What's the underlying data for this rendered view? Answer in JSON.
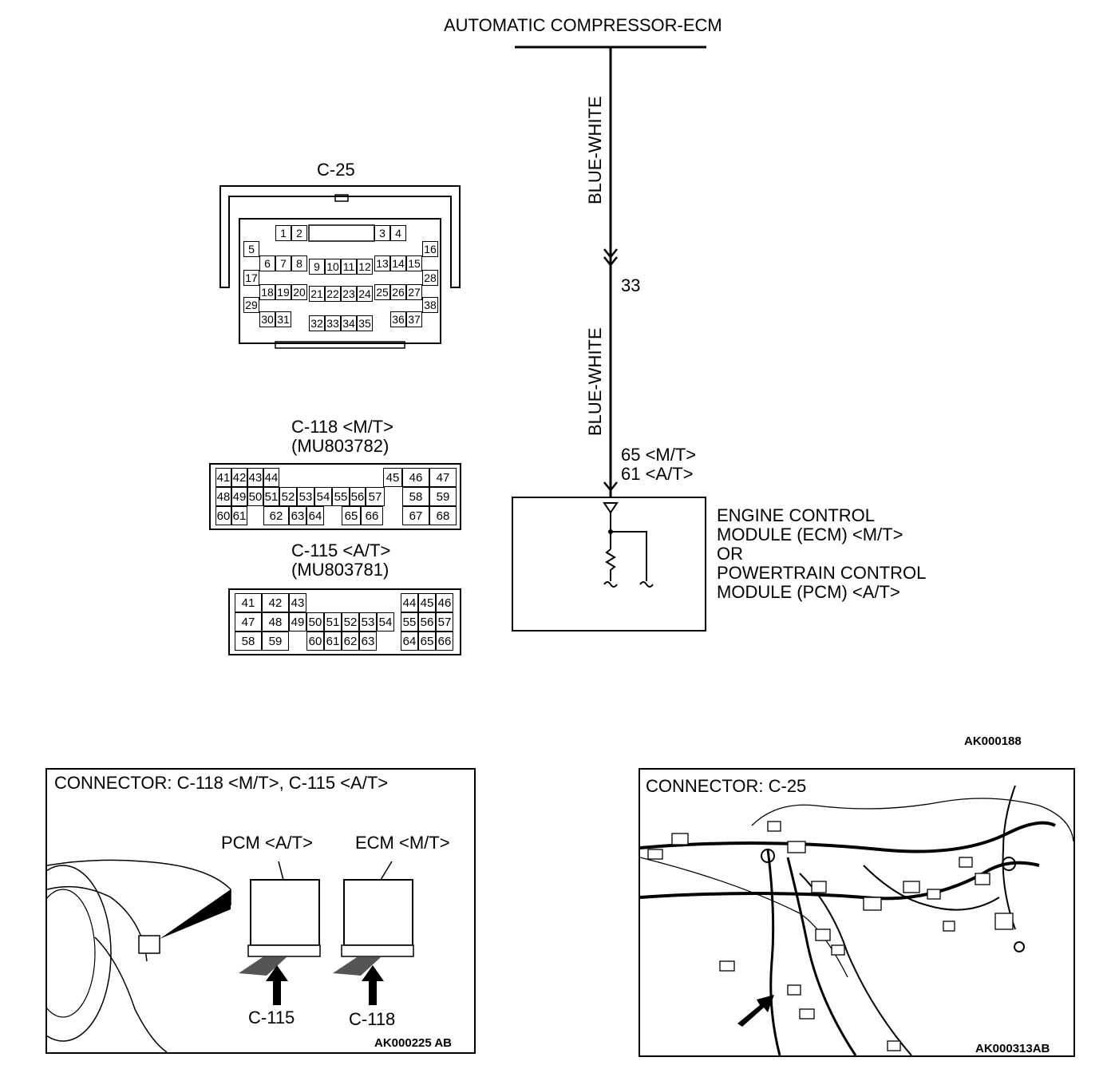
{
  "top_label": "AUTOMATIC COMPRESSOR-ECM",
  "wire_upper": "BLUE-WHITE",
  "wire_lower": "BLUE-WHITE",
  "pin_33": "33",
  "pin_mt": "65 <M/T>",
  "pin_at": "61 <A/T>",
  "ecm_lines": [
    "ENGINE CONTROL",
    "MODULE (ECM) <M/T>",
    "OR",
    "POWERTRAIN CONTROL",
    "MODULE (PCM) <A/T>"
  ],
  "c25": {
    "title": "C-25",
    "pins": [
      "1",
      "2",
      "3",
      "4",
      "5",
      "6",
      "7",
      "8",
      "9",
      "10",
      "11",
      "12",
      "13",
      "14",
      "15",
      "16",
      "17",
      "18",
      "19",
      "20",
      "21",
      "22",
      "23",
      "24",
      "25",
      "26",
      "27",
      "28",
      "29",
      "30",
      "31",
      "32",
      "33",
      "34",
      "35",
      "36",
      "37",
      "38"
    ]
  },
  "c118": {
    "title": "C-118 <M/T>",
    "part": "(MU803782)",
    "row1": [
      "41",
      "42",
      "43",
      "44",
      "",
      "",
      "",
      "",
      "45",
      "46",
      "47"
    ],
    "row2": [
      "48",
      "49",
      "50",
      "51",
      "52",
      "53",
      "54",
      "55",
      "56",
      "57",
      "58",
      "59"
    ],
    "row3": [
      "60",
      "61",
      "",
      "62",
      "63",
      "64",
      "",
      "65",
      "66",
      "",
      "67",
      "68"
    ]
  },
  "c115": {
    "title": "C-115 <A/T>",
    "part": "(MU803781)",
    "row1": [
      "41",
      "42",
      "43",
      "",
      "",
      "",
      "",
      "",
      "44",
      "45",
      "46"
    ],
    "row2": [
      "47",
      "48",
      "49",
      "50",
      "51",
      "52",
      "53",
      "54",
      "55",
      "56",
      "57"
    ],
    "row3": [
      "58",
      "59",
      "",
      "60",
      "61",
      "62",
      "63",
      "",
      "64",
      "65",
      "66"
    ]
  },
  "code_main": "AK000188",
  "panel_left": {
    "title": "CONNECTOR: C-118 <M/T>, C-115 <A/T>",
    "pcm": "PCM <A/T>",
    "ecm": "ECM <M/T>",
    "c115": "C-115",
    "c118": "C-118",
    "code": "AK000225 AB"
  },
  "panel_right": {
    "title": "CONNECTOR: C-25",
    "code": "AK000313AB"
  }
}
